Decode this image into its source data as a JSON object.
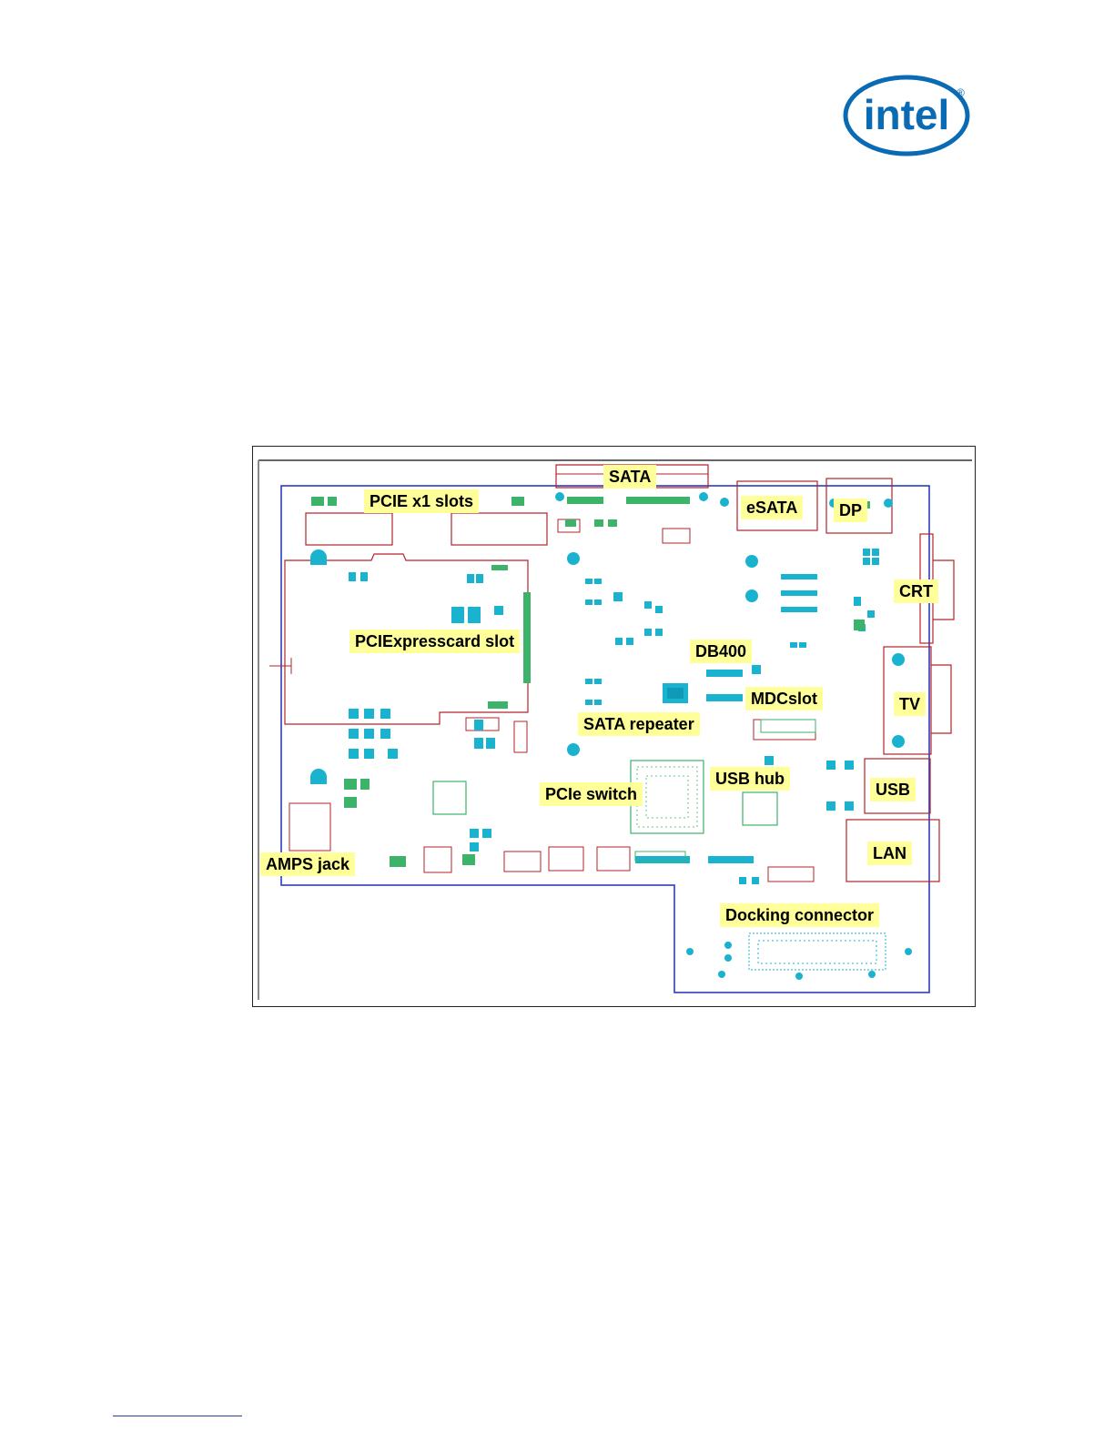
{
  "header": {
    "logo_text": "intel",
    "logo_mark": "®",
    "logo_color": "#0a6ab3"
  },
  "diagram": {
    "colors": {
      "board_outline": "#1f2fb8",
      "component_outline": "#b5232a",
      "pads": "#1ab3cf",
      "pads_dark": "#0f9ab8",
      "parts_green": "#3db36a",
      "callout_fill": "#ffff99"
    },
    "labels": {
      "sata": "SATA",
      "pcie_x1_slots": "PCIE x1 slots",
      "esata": "eSATA",
      "dp": "DP",
      "crt": "CRT",
      "pciexpresscard_slot": "PCIExpresscard slot",
      "db400": "DB400",
      "tv": "TV",
      "mdcslot": "MDCslot",
      "sata_repeater": "SATA repeater",
      "usb_hub": "USB hub",
      "usb": "USB",
      "pcie_switch": "PCIe switch",
      "lan": "LAN",
      "amps_jack": "AMPS jack",
      "docking_connector": "Docking connector"
    }
  }
}
